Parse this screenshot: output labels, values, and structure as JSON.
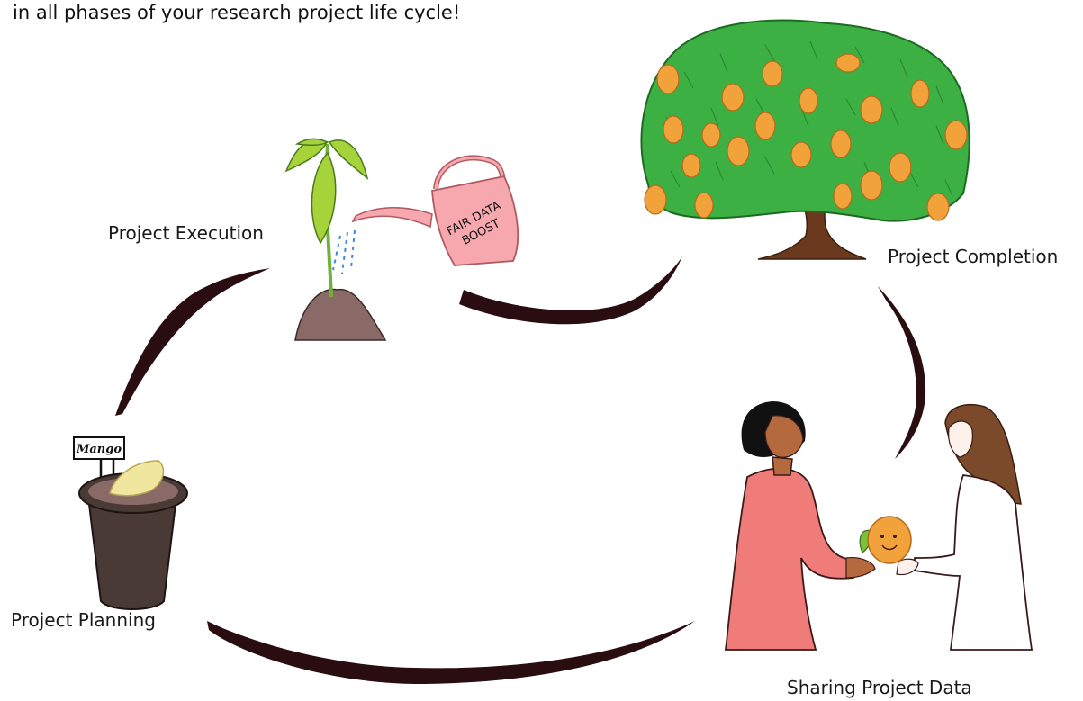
{
  "intro_text": "in all phases of your research project life cycle!",
  "stages": {
    "execution": "Project Execution",
    "completion": "Project Completion",
    "planning": "Project Planning",
    "sharing": "Sharing Project Data"
  },
  "pot_tag": "Mango",
  "can_text": {
    "line1": "FAIR DATA",
    "line2": "BOOST"
  },
  "colors": {
    "arrow": "#2a0d10",
    "leaf": "#3cb043",
    "mango": "#f2a23a",
    "trunk": "#6b3a1e",
    "pot": "#4a3a36",
    "soil": "#8a6a66",
    "can": "#f6a8ae",
    "dress": "#f07c7a",
    "sprout": "#a6d23a"
  }
}
